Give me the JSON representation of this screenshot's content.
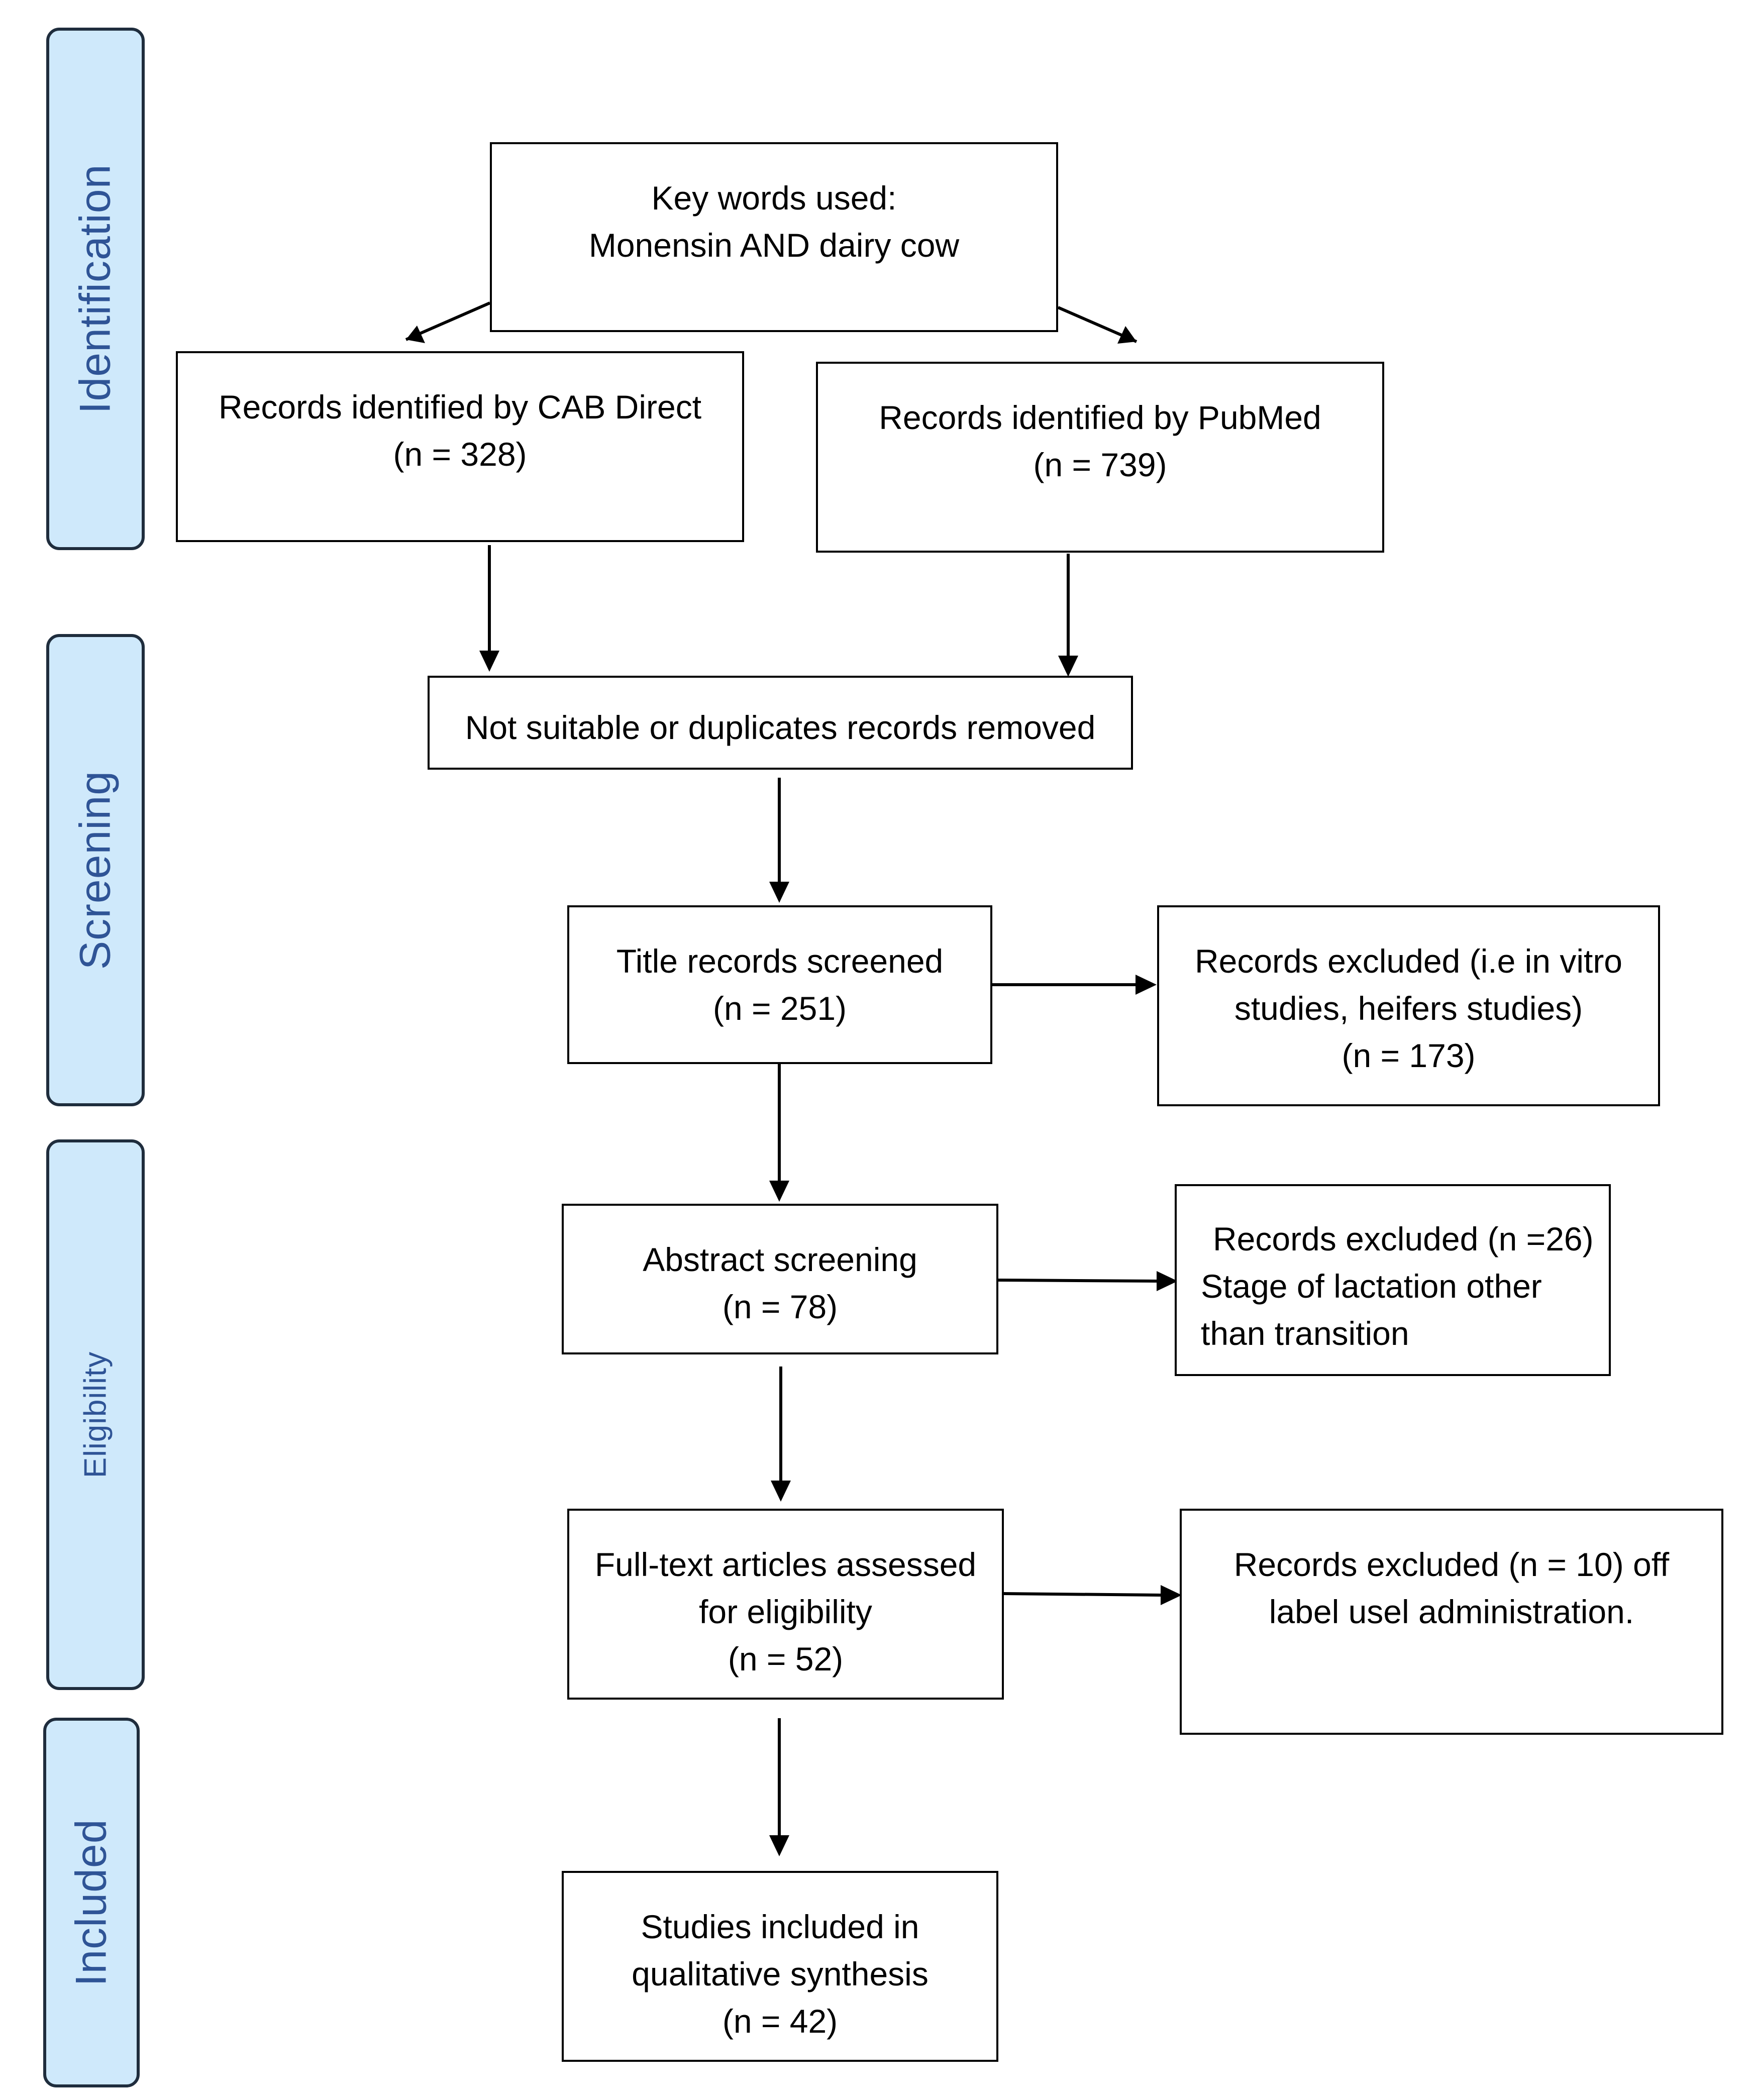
{
  "phases": {
    "identification": "Identification",
    "screening": "Screening",
    "eligibility": "Eligibility",
    "included": "Included"
  },
  "boxes": {
    "keywords": {
      "line1": "Key words used:",
      "line2": "Monensin AND dairy cow"
    },
    "cab_direct": {
      "line1": "Records identified by CAB Direct",
      "line2": "(n = 328)"
    },
    "pubmed": {
      "line1": "Records identified by PubMed",
      "line2": "(n = 739)"
    },
    "removed": {
      "line1": "Not suitable or duplicates records removed"
    },
    "title_screened": {
      "line1": "Title records screened",
      "line2": "(n = 251)"
    },
    "excluded_title": {
      "line1": "Records excluded (i.e in vitro",
      "line2": "studies, heifers studies)",
      "line3": "(n = 173)"
    },
    "abstract": {
      "line1": "Abstract screening",
      "line2": "(n = 78)"
    },
    "excluded_abstract": {
      "line1": "Records excluded (n =26)",
      "line2": "Stage of lactation other",
      "line3": "than transition"
    },
    "fulltext": {
      "line1": "Full-text articles assessed",
      "line2": "for eligibility",
      "line3": "(n =  52)"
    },
    "excluded_fulltext": {
      "line1": "Records excluded (n = 10) off",
      "line2": "label usel administration."
    },
    "included": {
      "line1": "Studies included in",
      "line2": "qualitative synthesis",
      "line3": "(n = 42)"
    }
  }
}
